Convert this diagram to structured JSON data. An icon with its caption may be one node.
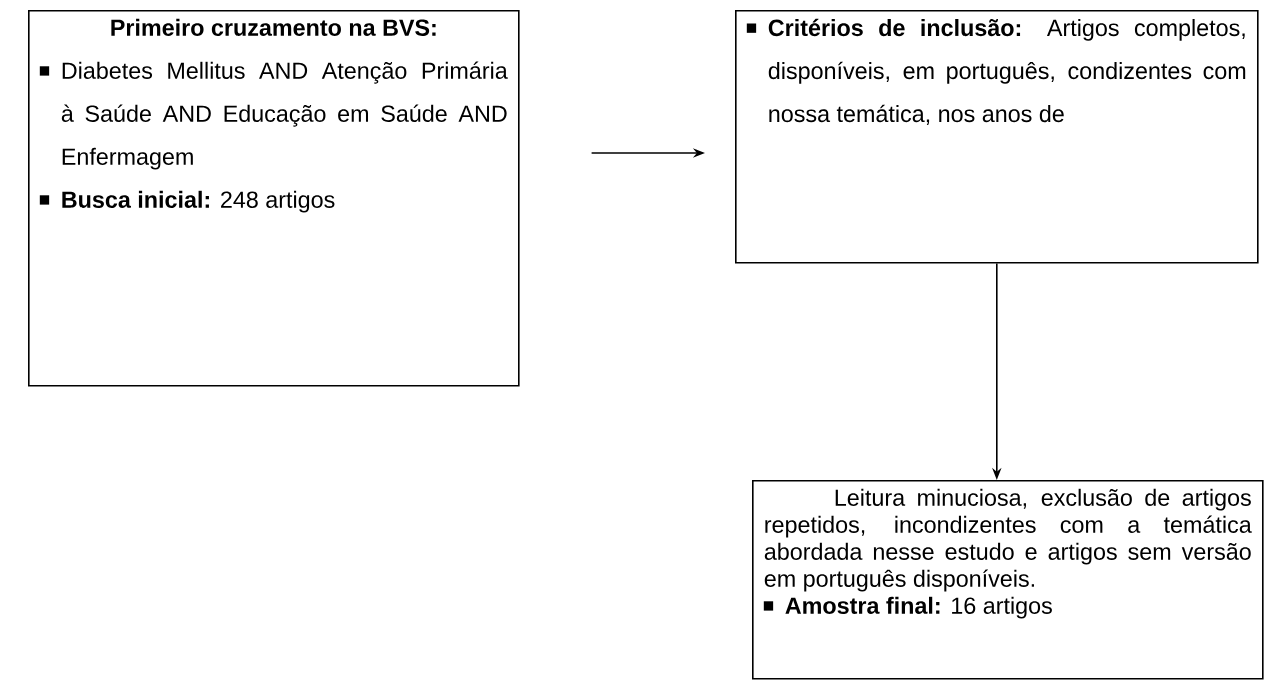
{
  "diagram": {
    "nodes": [
      {
        "text": [
          "Primeiro cruzamento na BVS:",
          "Diabetes Mellitus AND Atenção Primária à Saúde AND Educação em Saúde AND Enfermagem",
          "**Busca inicial:** 248 artigos"
        ]
      },
      {
        "text": [
          "**Critérios de inclusão:** Artigos completos, disponíveis, em português, condizentes com nossa temática, nos anos de"
        ]
      },
      {
        "text": [
          "Leitura minuciosa, exclusão de artigos repetidos, incondizentes com a temática abordada nesse estudo e artigos sem versão em português disponíveis.",
          "**Amostra final:** 16 artigos"
        ]
      }
    ],
    "edges": [
      {
        "from": 0,
        "to": 1,
        "arrow": "to"
      },
      {
        "from": 1,
        "to": 2,
        "arrow": "to"
      }
    ]
  }
}
